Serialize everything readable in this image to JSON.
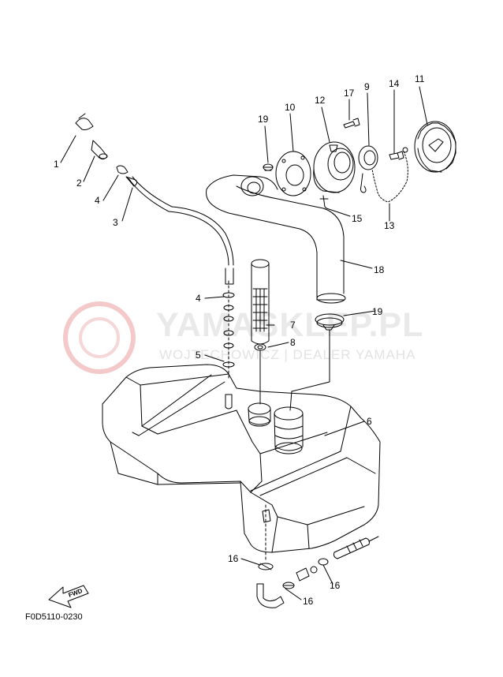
{
  "watermark": {
    "title": "YAMASKLEP.PL",
    "subtitle": "WOJTECHOWICZ | DEALER YAMAHA"
  },
  "drawing_code": "F0D5110-0230",
  "forward_mark": "FWD",
  "callouts": {
    "c1": "1",
    "c2": "2",
    "c3": "3",
    "c4": "4",
    "c4b": "4",
    "c5": "5",
    "c6": "6",
    "c7": "7",
    "c8": "8",
    "c9": "9",
    "c10": "10",
    "c11": "11",
    "c12": "12",
    "c13": "13",
    "c14": "14",
    "c15": "15",
    "c16a": "16",
    "c16b": "16",
    "c16c": "16",
    "c17": "17",
    "c18": "18",
    "c19a": "19",
    "c19b": "19"
  }
}
